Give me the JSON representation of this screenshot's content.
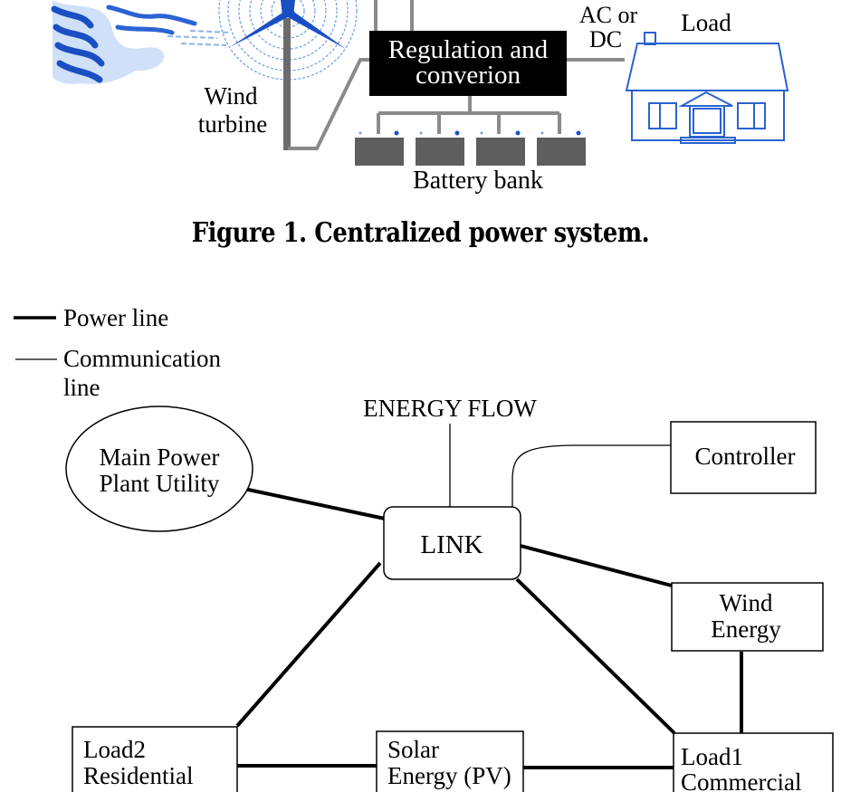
{
  "figure1": {
    "caption": "Figure 1. Centralized power system.",
    "labels": {
      "wind_turbine_line1": "Wind",
      "wind_turbine_line2": "turbine",
      "regulation_line1": "Regulation and",
      "regulation_line2": "converion",
      "acdc_line1": "AC or",
      "acdc_line2": "DC",
      "load": "Load",
      "battery_bank": "Battery bank"
    },
    "battery_count": 4,
    "colors": {
      "wind_blue": "#1a4fc4",
      "light_blue": "#8fb3ea",
      "wire_gray": "#8a8a8a",
      "battery_gray": "#5e5e5e",
      "house_blue": "#2a62d0"
    }
  },
  "figure2": {
    "legend": {
      "power_line": "Power line",
      "communication_line_1": "Communication",
      "communication_line_2": "line"
    },
    "energy_flow": "ENERGY FLOW",
    "nodes": {
      "main_power_1": "Main Power",
      "main_power_2": "Plant Utility",
      "link": "LINK",
      "controller": "Controller",
      "wind_energy_1": "Wind",
      "wind_energy_2": "Energy",
      "load2_1": "Load2",
      "load2_2": "Residential",
      "solar_1": "Solar",
      "solar_2": "Energy (PV)",
      "load1_1": "Load1",
      "load1_2": "Commercial"
    },
    "connections": [
      {
        "from": "Main Power Plant Utility",
        "to": "LINK",
        "type": "power"
      },
      {
        "from": "LINK",
        "to": "Wind Energy",
        "type": "power"
      },
      {
        "from": "LINK",
        "to": "Load2 Residential",
        "type": "power"
      },
      {
        "from": "LINK",
        "to": "Load1 Commercial",
        "type": "power"
      },
      {
        "from": "Wind Energy",
        "to": "Load1 Commercial",
        "type": "power"
      },
      {
        "from": "Load2 Residential",
        "to": "Solar Energy (PV)",
        "type": "power"
      },
      {
        "from": "Solar Energy (PV)",
        "to": "Load1 Commercial",
        "type": "power"
      },
      {
        "from": "LINK",
        "to": "Controller",
        "type": "communication"
      },
      {
        "from": "LINK",
        "to": "ENERGY FLOW",
        "type": "communication"
      }
    ]
  }
}
